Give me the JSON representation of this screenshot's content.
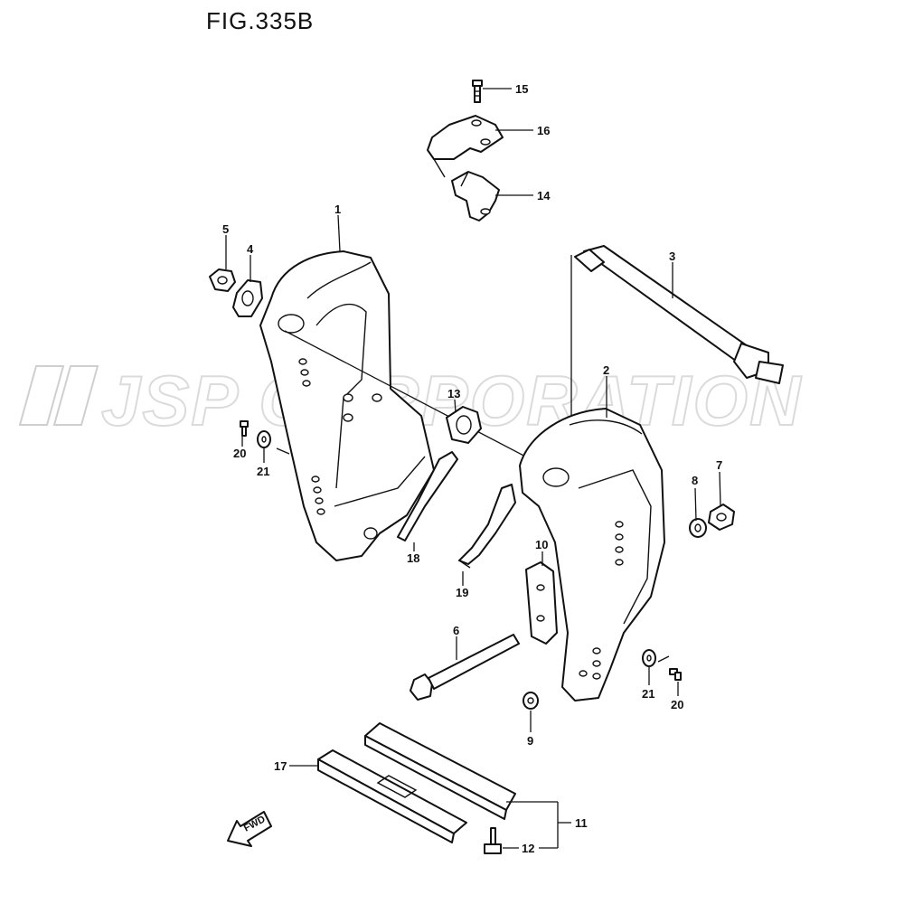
{
  "figure": {
    "title": "FIG.335B"
  },
  "watermark": {
    "text": "JSP CORPORATION"
  },
  "direction_badge": {
    "label": "FWD"
  },
  "callouts": {
    "c1": "1",
    "c2": "2",
    "c3": "3",
    "c4": "4",
    "c5": "5",
    "c6": "6",
    "c7": "7",
    "c8": "8",
    "c9": "9",
    "c10": "10",
    "c11": "11",
    "c12": "12",
    "c13": "13",
    "c14": "14",
    "c15": "15",
    "c16": "16",
    "c17": "17",
    "c18": "18",
    "c19": "19",
    "c20a": "20",
    "c20b": "20",
    "c21a": "21",
    "c21b": "21"
  }
}
